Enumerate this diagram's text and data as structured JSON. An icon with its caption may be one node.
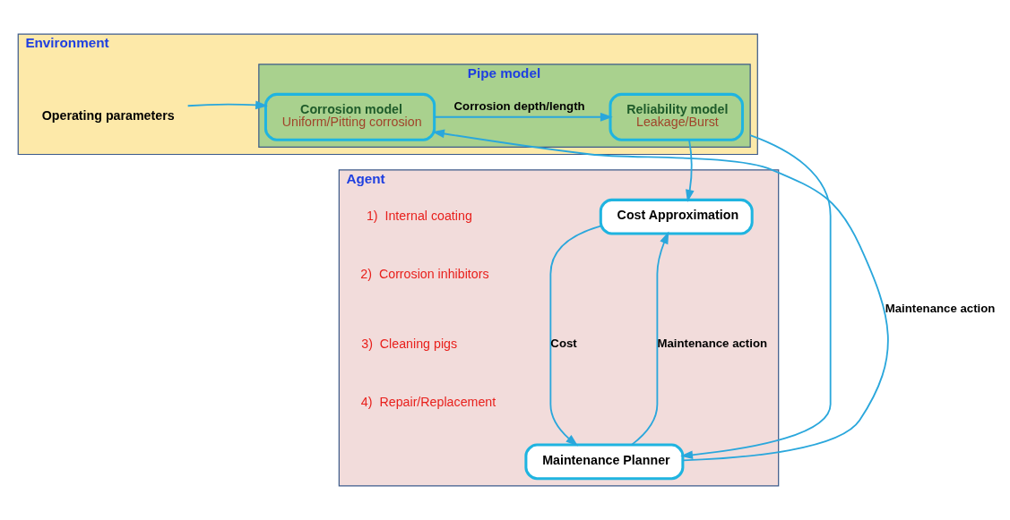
{
  "diagram": {
    "nodes": [
      {
        "text": [
          "Environment"
        ]
      },
      {
        "text": [
          "Pipe model"
        ],
        "in": 0
      },
      {
        "text": [
          "Corrosion model",
          "Uniform/Pitting corrosion"
        ],
        "in": 1
      },
      {
        "text": [
          "Reliability model",
          "Leakage/Burst"
        ],
        "in": 1
      },
      {
        "text": [
          "Agent"
        ]
      },
      {
        "text": [
          "Cost Approximation"
        ],
        "in": 4
      },
      {
        "text": [
          "Maintenance Planner"
        ],
        "in": 4
      },
      {
        "text": [
          "Operating parameters"
        ],
        "in": 0
      }
    ],
    "edges": [
      {
        "from": 7,
        "to": 2,
        "arrow": "to"
      },
      {
        "from": 2,
        "to": 3,
        "arrow": "to",
        "label": "Corrosion depth/length"
      },
      {
        "from": 3,
        "to": 5,
        "arrow": "to"
      },
      {
        "from": 6,
        "to": 2,
        "arrow": "to",
        "label": "Maintenance action"
      },
      {
        "from": 6,
        "to": 5,
        "arrow": "to",
        "label": "Maintenance action"
      },
      {
        "from": 1,
        "to": 6,
        "arrow": "to"
      },
      {
        "from": 5,
        "to": 6,
        "arrow": "to",
        "label": "Cost"
      }
    ],
    "labels": [
      "1)  Internal coating",
      "2)  Corrosion inhibitors",
      "3)  Cleaning pigs",
      "4)  Repair/Replacement"
    ]
  }
}
